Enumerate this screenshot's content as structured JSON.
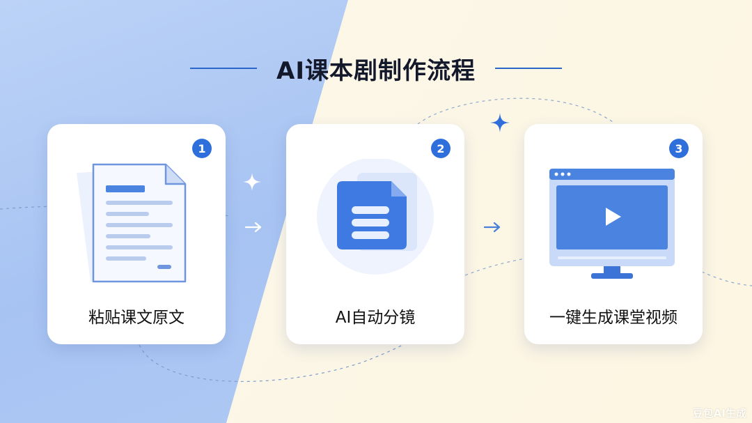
{
  "title": "AI课本剧制作流程",
  "steps": [
    {
      "number": "1",
      "label": "粘贴课文原文",
      "icon": "document-icon"
    },
    {
      "number": "2",
      "label": "AI自动分镜",
      "icon": "storyboard-doc-icon"
    },
    {
      "number": "3",
      "label": "一键生成课堂视频",
      "icon": "video-monitor-icon"
    }
  ],
  "watermark": "豆包AI生成",
  "colors": {
    "accent": "#2f6fdb",
    "left_background": "#a9c5f2",
    "right_background": "#fdf6e2",
    "title_text": "#13192a"
  }
}
